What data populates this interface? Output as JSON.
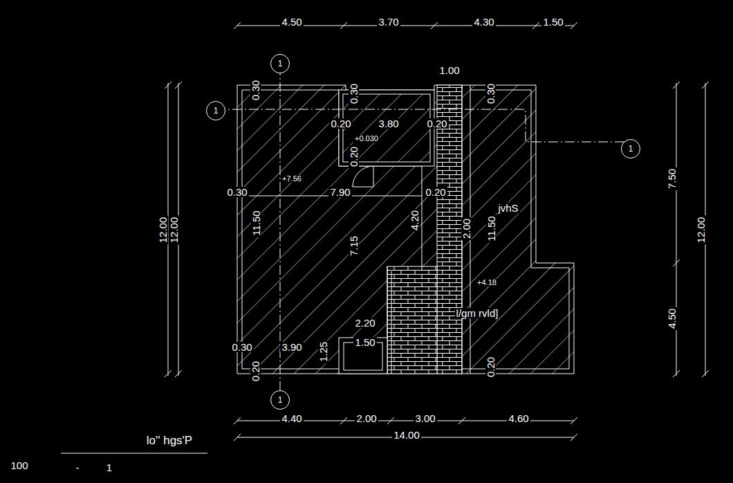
{
  "diagram": {
    "title": "lo'' hgs'P",
    "nodes": [
      {
        "text": [
          "1"
        ]
      },
      {
        "text": [
          "1"
        ]
      },
      {
        "text": [
          "1"
        ]
      },
      {
        "text": [
          "1"
        ]
      }
    ],
    "labels": [
      "4.50",
      "3.70",
      "4.30",
      "1.50",
      "1.00",
      "0.30",
      "0.30",
      "0.30",
      "0.20",
      "3.80",
      "0.20",
      "+0.030",
      "0.20",
      "+7.56",
      "0.30",
      "7.90",
      "0.20",
      "4.20",
      "jvhS",
      "11.50",
      "7.15",
      "2.00",
      "11.50",
      "+4.18",
      "l/gm rvld]",
      "2.20",
      "1.50",
      "0.30",
      "3.90",
      "1.25",
      "0.20",
      "0.20",
      "12.00",
      "12.00",
      "7.50",
      "4.50",
      "12.00",
      "4.40",
      "2.00",
      "3.00",
      "4.60",
      "14.00",
      "100",
      "-",
      "1"
    ]
  }
}
